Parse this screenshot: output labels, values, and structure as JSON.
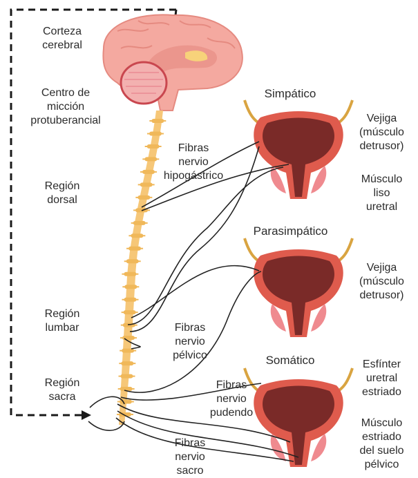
{
  "labels": {
    "cortex": "Corteza\ncerebral",
    "pontine_center": "Centro de\nmicción\nprotuberancial",
    "dorsal": "Región\ndorsal",
    "lumbar": "Región\nlumbar",
    "sacral": "Región\nsacra",
    "hypogastric": "Fibras\nnervio\nhipogástrico",
    "pelvic": "Fibras\nnervio\npélvico",
    "pudendal": "Fibras\nnervio\npudendo",
    "sacral_fibers": "Fibras\nnervio\nsacro"
  },
  "panels": [
    {
      "title": "Simpático",
      "right_top": "Vejiga\n(músculo\ndetrusor)",
      "right_bottom": "Músculo\nliso\nuretral"
    },
    {
      "title": "Parasimpático",
      "right_top": "Vejiga\n(músculo\ndetrusor)"
    },
    {
      "title": "Somático",
      "right_top": "Esfínter\nuretral\nestriado",
      "right_bottom": "Músculo\nestriado\ndel suelo\npélvico"
    }
  ],
  "colors": {
    "brain": "#f4a9a0",
    "brain_dark": "#e58a80",
    "cerebellum": "#f19aa0",
    "spine": "#f6c778",
    "vertebra": "#f0b85a",
    "bladder_outer": "#df5b4d",
    "bladder_inner": "#7a2a28",
    "ureter": "#d9a441",
    "muscle": "#ef8a8f",
    "nerve": "#222222"
  }
}
